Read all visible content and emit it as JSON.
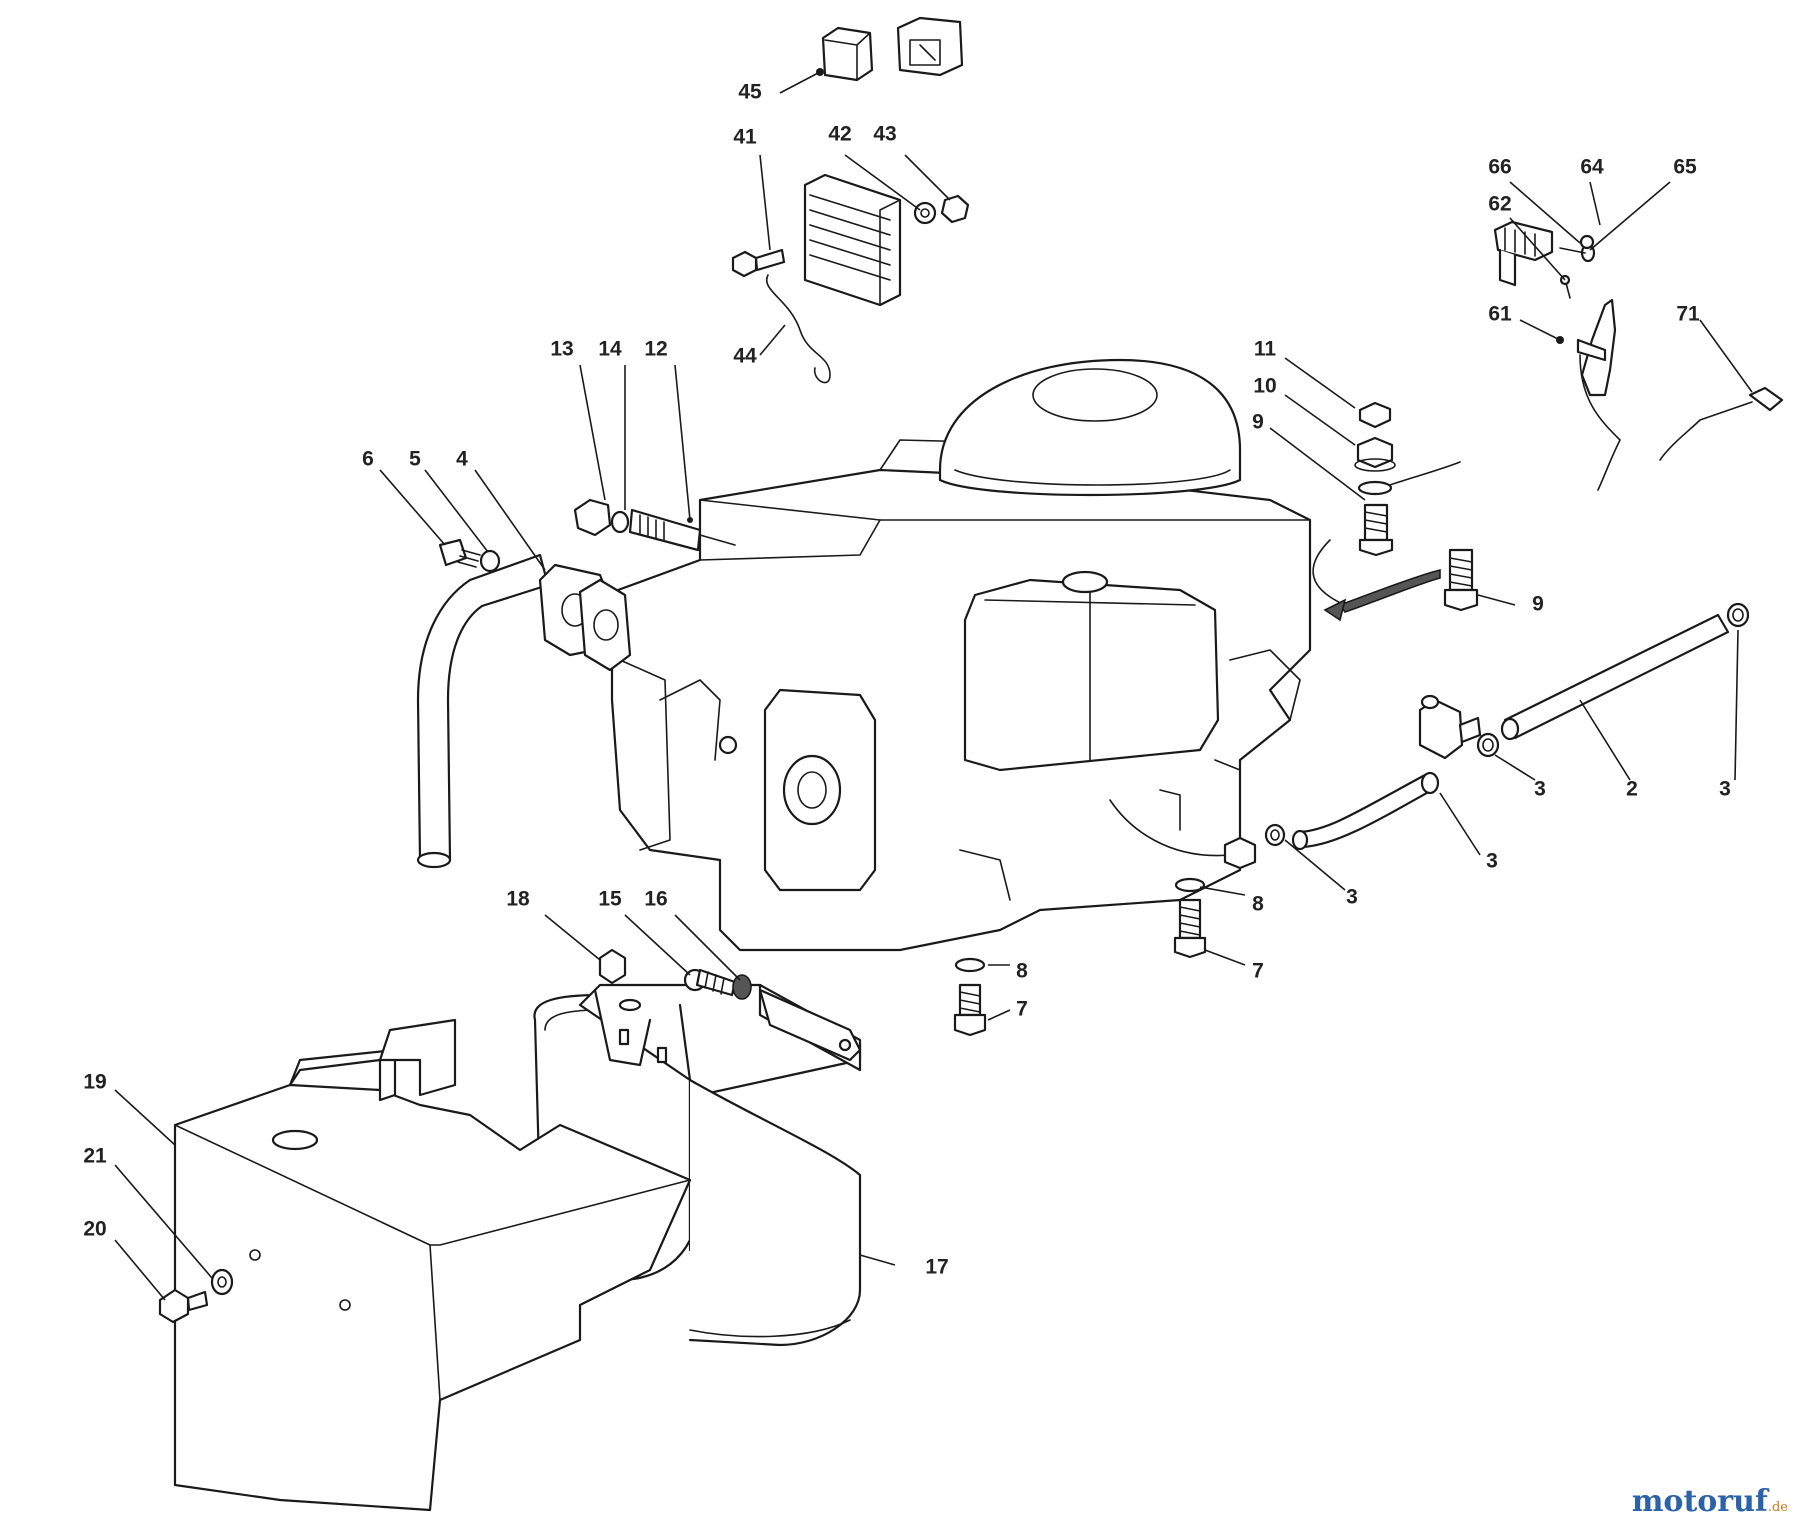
{
  "diagram": {
    "callouts": [
      {
        "id": "c45",
        "label": "45"
      },
      {
        "id": "c41",
        "label": "41"
      },
      {
        "id": "c42",
        "label": "42"
      },
      {
        "id": "c43",
        "label": "43"
      },
      {
        "id": "c44",
        "label": "44"
      },
      {
        "id": "c13",
        "label": "13"
      },
      {
        "id": "c14",
        "label": "14"
      },
      {
        "id": "c12",
        "label": "12"
      },
      {
        "id": "c6",
        "label": "6"
      },
      {
        "id": "c5",
        "label": "5"
      },
      {
        "id": "c4",
        "label": "4"
      },
      {
        "id": "c11",
        "label": "11"
      },
      {
        "id": "c10",
        "label": "10"
      },
      {
        "id": "c9a",
        "label": "9"
      },
      {
        "id": "c9b",
        "label": "9"
      },
      {
        "id": "c66",
        "label": "66"
      },
      {
        "id": "c64",
        "label": "64"
      },
      {
        "id": "c65",
        "label": "65"
      },
      {
        "id": "c62",
        "label": "62"
      },
      {
        "id": "c61",
        "label": "61"
      },
      {
        "id": "c71",
        "label": "71"
      },
      {
        "id": "c3a",
        "label": "3"
      },
      {
        "id": "c2",
        "label": "2"
      },
      {
        "id": "c3b",
        "label": "3"
      },
      {
        "id": "c3c",
        "label": "3"
      },
      {
        "id": "c3d",
        "label": "3"
      },
      {
        "id": "c8a",
        "label": "8"
      },
      {
        "id": "c7a",
        "label": "7"
      },
      {
        "id": "c8b",
        "label": "8"
      },
      {
        "id": "c7b",
        "label": "7"
      },
      {
        "id": "c18",
        "label": "18"
      },
      {
        "id": "c15",
        "label": "15"
      },
      {
        "id": "c16",
        "label": "16"
      },
      {
        "id": "c19",
        "label": "19"
      },
      {
        "id": "c21",
        "label": "21"
      },
      {
        "id": "c20",
        "label": "20"
      },
      {
        "id": "c17",
        "label": "17"
      }
    ]
  },
  "brand": {
    "main": "motoruf",
    "tld": ".de",
    "main_color": "#2b62a8",
    "tld_color": "#c97a1a"
  }
}
